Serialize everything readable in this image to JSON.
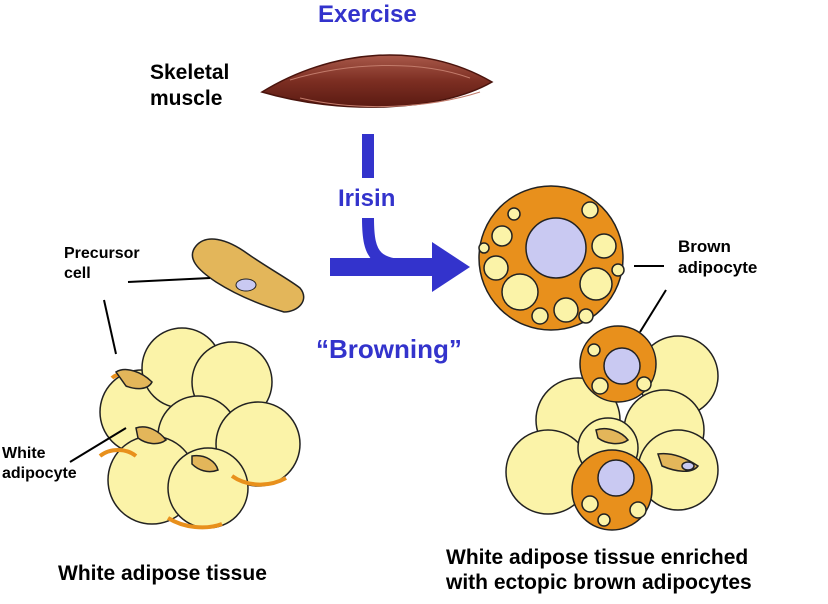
{
  "title": "Exercise",
  "labels": {
    "skeletal_muscle": "Skeletal\nmuscle",
    "irisin": "Irisin",
    "browning": "“Browning”",
    "precursor_cell": "Precursor\ncell",
    "white_adipocyte": "White\nadipocyte",
    "brown_adipocyte": "Brown\nadipocyte",
    "white_tissue": "White adipose tissue",
    "enriched_tissue": "White adipose tissue enriched\nwith ectopic brown adipocytes"
  },
  "colors": {
    "accent_blue": "#3333cc",
    "white_fat": "#fbf3a8",
    "brown_fat": "#e8901c",
    "nucleus": "#c9c9f2",
    "muscle": "#8a3a2a"
  }
}
